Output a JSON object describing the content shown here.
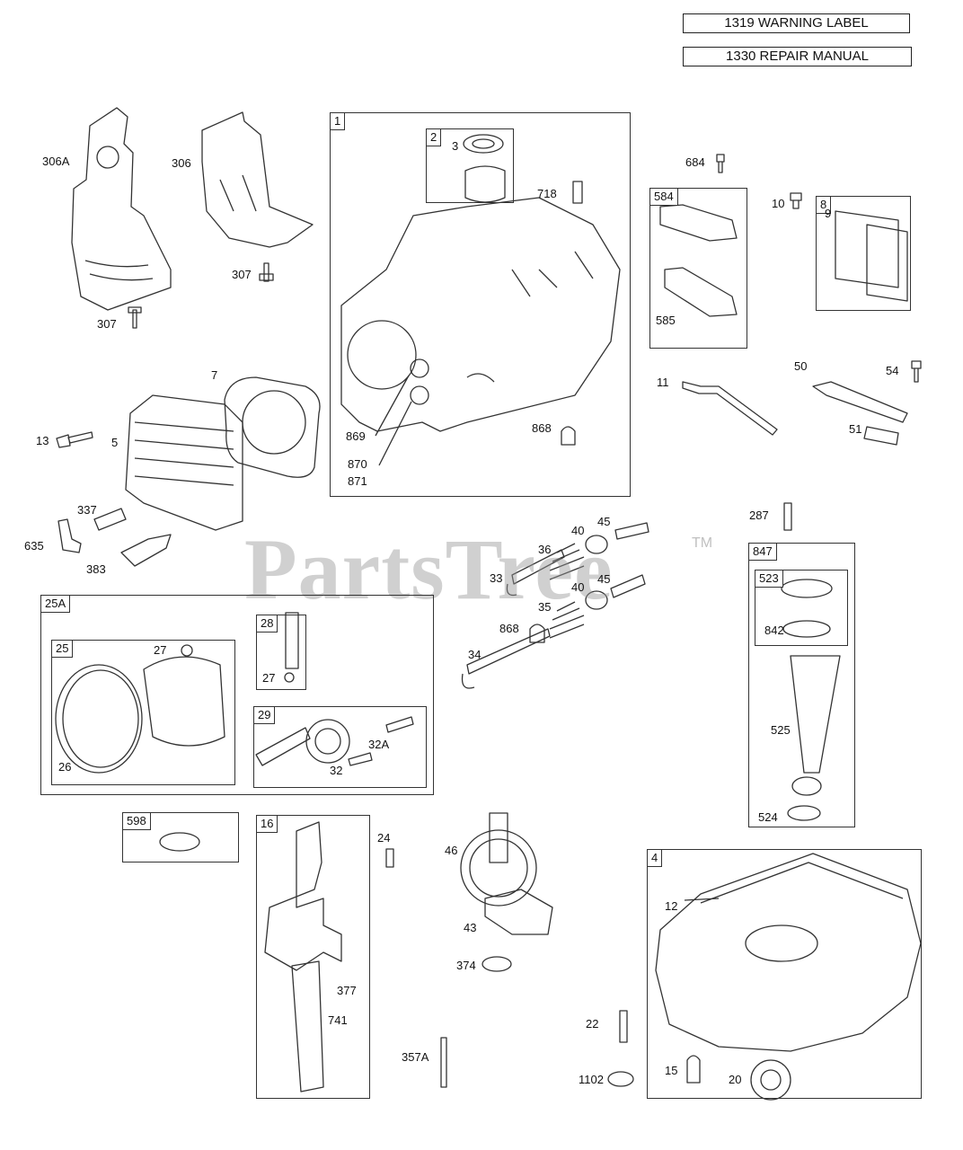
{
  "header": {
    "warning_label": "1319 WARNING LABEL",
    "repair_manual": "1330 REPAIR MANUAL"
  },
  "watermark": {
    "text": "PartsTree",
    "tm": "TM"
  },
  "groups": {
    "g1": "1",
    "g2": "2",
    "g584": "584",
    "g8": "8",
    "g25A": "25A",
    "g25": "25",
    "g28": "28",
    "g29": "29",
    "g847": "847",
    "g523": "523",
    "g598": "598",
    "g16": "16",
    "g4": "4"
  },
  "labels": {
    "l306A": "306A",
    "l306": "306",
    "l307a": "307",
    "l307b": "307",
    "l3": "3",
    "l718": "718",
    "l684": "684",
    "l10": "10",
    "l9": "9",
    "l585": "585",
    "l7": "7",
    "l13": "13",
    "l5": "5",
    "l869": "869",
    "l870": "870",
    "l871": "871",
    "l868a": "868",
    "l11": "11",
    "l50": "50",
    "l54": "54",
    "l51": "51",
    "l337": "337",
    "l635": "635",
    "l383": "383",
    "l287": "287",
    "l40a": "40",
    "l45a": "45",
    "l36": "36",
    "l33": "33",
    "l40b": "40",
    "l45b": "45",
    "l35": "35",
    "l868b": "868",
    "l34": "34",
    "l842": "842",
    "l525": "525",
    "l524": "524",
    "l27a": "27",
    "l27b": "27",
    "l26": "26",
    "l32A": "32A",
    "l32": "32",
    "l24": "24",
    "l46": "46",
    "l43": "43",
    "l374": "374",
    "l377": "377",
    "l741": "741",
    "l357A": "357A",
    "l12": "12",
    "l22": "22",
    "l1102": "1102",
    "l15": "15",
    "l20": "20"
  }
}
